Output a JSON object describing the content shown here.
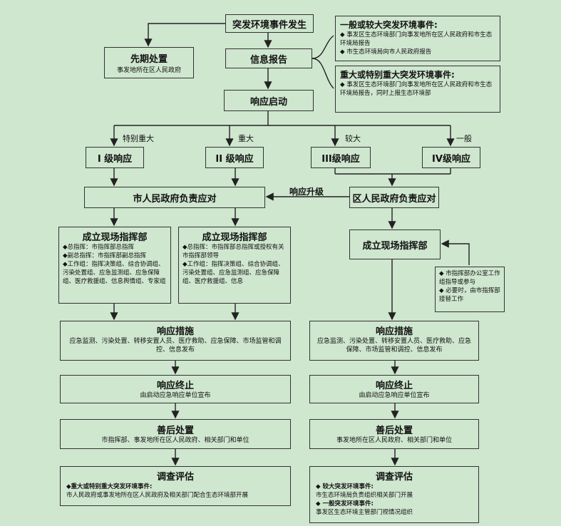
{
  "top": {
    "event": "突发环境事件发生",
    "info": "信息报告",
    "start": "响应启动"
  },
  "early": {
    "title": "先期处置",
    "sub": "事发地所在区人民政府"
  },
  "note_general": {
    "title": "一般或较大突发环境事件:",
    "lines": [
      "◆ 事发区生态环境部门向事发地所在区人民政府和市生态环境局报告",
      "◆ 市生态环境局向市人民政府报告"
    ]
  },
  "note_major": {
    "title": "重大或特别重大突发环境事件:",
    "lines": [
      "◆ 事发区生态环境部门向事发地所在区人民政府和市生态环境局报告，同时上报生态环境部"
    ]
  },
  "levels": [
    {
      "tag": "特别重大",
      "label": "I 级响应"
    },
    {
      "tag": "重大",
      "label": "II 级响应"
    },
    {
      "tag": "较大",
      "label": "III级响应"
    },
    {
      "tag": "一般",
      "label": "IV级响应"
    }
  ],
  "city_gov": "市人民政府负责应对",
  "district_gov": "区人民政府负责应对",
  "upgrade": "响应升级",
  "hq1": {
    "title": "成立现场指挥部",
    "lines": [
      "◆总指挥：市指挥部总指挥",
      "◆副总指挥：市指挥部副总指挥",
      "◆工作组：指挥决策组、综合协调组、污染处置组、应急监测组、应急保障组、医疗救援组、信息舆情组、专家组"
    ]
  },
  "hq2": {
    "title": "成立现场指挥部",
    "lines": [
      "◆总指挥：市指挥部总指挥或授权有关市指挥部领导",
      "◆工作组：指挥决策组、综合协调组、污染处置组、应急监测组、应急保障组、医疗救援组、信息"
    ]
  },
  "hq3": {
    "title": "成立现场指挥部"
  },
  "hq3_note": {
    "lines": [
      "◆ 市指挥部办公室工作组指导或参与",
      "◆ 必要时，由市指挥部接替工作"
    ]
  },
  "measures_l": {
    "title": "响应措施",
    "sub": "应急监测、污染处置、转移安置人员、医疗救助、应急保障、市场监管和调控、信息发布"
  },
  "measures_r": {
    "title": "响应措施",
    "sub": "应急监测、污染处置、转移安置人员、医疗救助、应急保障、市场监管和调控、信息发布"
  },
  "end_l": {
    "title": "响应终止",
    "sub": "由启动应急响应单位宣布"
  },
  "end_r": {
    "title": "响应终止",
    "sub": "由启动应急响应单位宣布"
  },
  "after_l": {
    "title": "善后处置",
    "sub": "市指挥部、事发地所在区人民政府、相关部门和单位"
  },
  "after_r": {
    "title": "善后处置",
    "sub": "事发地所在区人民政府、相关部门和单位"
  },
  "eval_l": {
    "title": "调查评估",
    "h1": "◆重大或特别重大突发环境事件:",
    "s1": "市人民政府或事发地所在区人民政府及相关部门配合生态环境部开展"
  },
  "eval_r": {
    "title": "调查评估",
    "h1": "◆ 较大突发环境事件:",
    "s1": "市生态环境局负责组织相关部门开展",
    "h2": "◆ 一般突发环境事件:",
    "s2": "事发区生态环境主管部门视情况组织"
  }
}
